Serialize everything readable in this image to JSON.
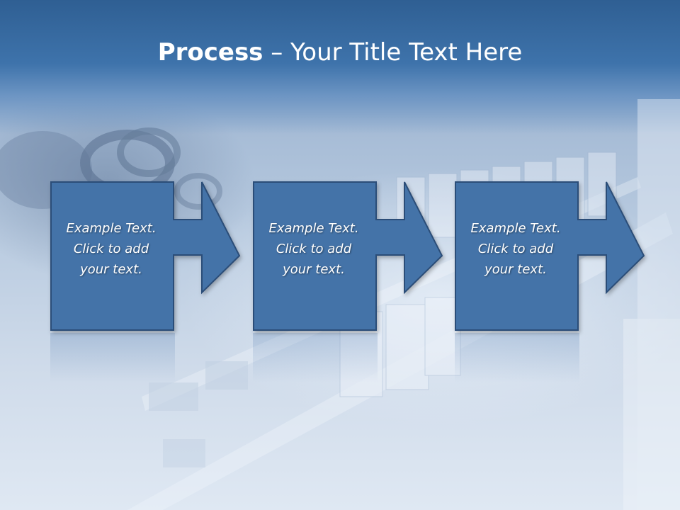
{
  "slide": {
    "title_bold": "Process",
    "title_rest": " – Your Title Text Here"
  },
  "steps": [
    {
      "lines": [
        "Example Text.",
        "Click  to add",
        "your text."
      ]
    },
    {
      "lines": [
        "Example Text.",
        "Click  to add",
        "your text."
      ]
    },
    {
      "lines": [
        "Example Text.",
        "Click  to add",
        "your text."
      ]
    }
  ],
  "colors": {
    "header": "#3a6ea5",
    "shape_fill": "#4473a8",
    "shape_border": "#2b4d78",
    "text": "#ffffff"
  }
}
